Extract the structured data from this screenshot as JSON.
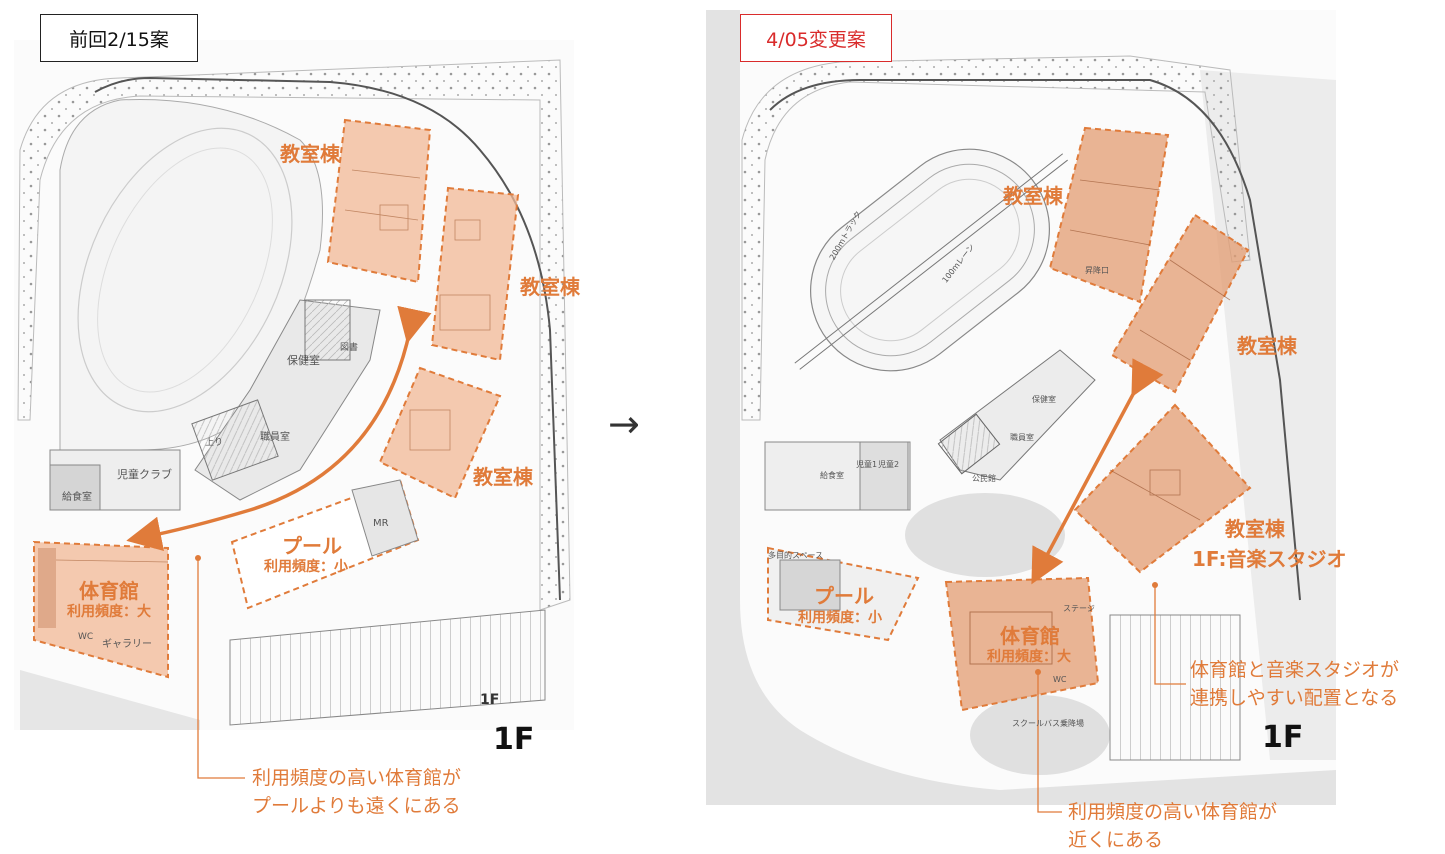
{
  "colors": {
    "accent": "#e07b3a",
    "fill": "#f2b896",
    "version_new": "#d92b2b"
  },
  "left_plan": {
    "version_label": "前回2/15案",
    "classroom_labels": [
      "教室棟",
      "教室棟",
      "教室棟"
    ],
    "pool": {
      "name": "プール",
      "usage": "利用頻度：小"
    },
    "gym": {
      "name": "体育館",
      "usage": "利用頻度：大"
    },
    "floor": "1F",
    "floor_small": "1F",
    "room_labels": [
      "保健室",
      "職員室",
      "児童クラブ",
      "給食室",
      "ギャラリー",
      "MR",
      "WC",
      "図書",
      "上り"
    ],
    "note_lines": [
      "利用頻度の高い体育館が",
      "プールよりも遠くにある"
    ]
  },
  "transition_arrow": "→",
  "right_plan": {
    "version_label": "4/05変更案",
    "classroom_labels": [
      "教室棟",
      "教室棟",
      "教室棟"
    ],
    "classroom_sub": "1F:音楽スタジオ",
    "pool": {
      "name": "プール",
      "usage": "利用頻度：小"
    },
    "gym": {
      "name": "体育館",
      "usage": "利用頻度：大"
    },
    "floor": "1F",
    "room_labels": [
      "保健室",
      "職員室",
      "給食室",
      "児童1",
      "児童2",
      "ステージ",
      "多目的スペース",
      "WC",
      "昇降口",
      "公民館",
      "スクールバス乗降場",
      "100mレーン",
      "200mトラック"
    ],
    "note_lines_right": [
      "体育館と音楽スタジオが",
      "連携しやすい配置となる"
    ],
    "note_lines_bottom": [
      "利用頻度の高い体育館が",
      "近くにある"
    ]
  }
}
